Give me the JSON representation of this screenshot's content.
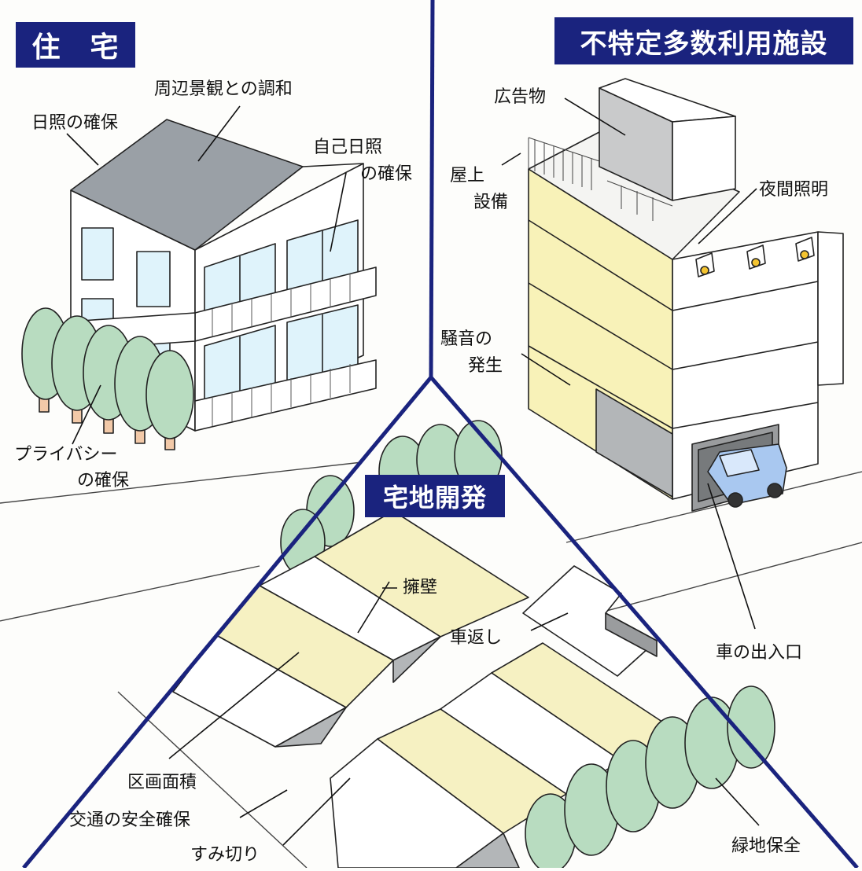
{
  "sections": {
    "housing": {
      "title": "住　宅"
    },
    "public_facility": {
      "title": "不特定多数利用施設"
    },
    "land_development": {
      "title": "宅地開発"
    }
  },
  "labels": {
    "harmony": "周辺景観との調和",
    "sunlight": "日照の確保",
    "own_sunlight_1": "自己日照",
    "own_sunlight_2": "の確保",
    "privacy_1": "プライバシー",
    "privacy_2": "の確保",
    "signage": "広告物",
    "rooftop_1": "屋上",
    "rooftop_2": "設備",
    "night_light": "夜間照明",
    "noise_1": "騒音の",
    "noise_2": "発生",
    "car_entrance": "車の出入口",
    "retaining_wall": "擁壁",
    "turnaround": "車返し",
    "lot_area": "区画面積",
    "traffic_safety": "交通の安全確保",
    "corner_cut": "すみ切り",
    "green_space": "緑地保全"
  },
  "colors": {
    "divider": "#1a237e",
    "badge": "#1a237e",
    "roof": "#9aa0a6",
    "window": "#dff3fb",
    "building_yellow": "#f8f2b8",
    "lot_yellow": "#f6f1c2",
    "tree": "#b8dcc0",
    "trunk": "#f2c9a8",
    "car": "#a9c8f0",
    "wall_gray": "#b3b6b8"
  }
}
